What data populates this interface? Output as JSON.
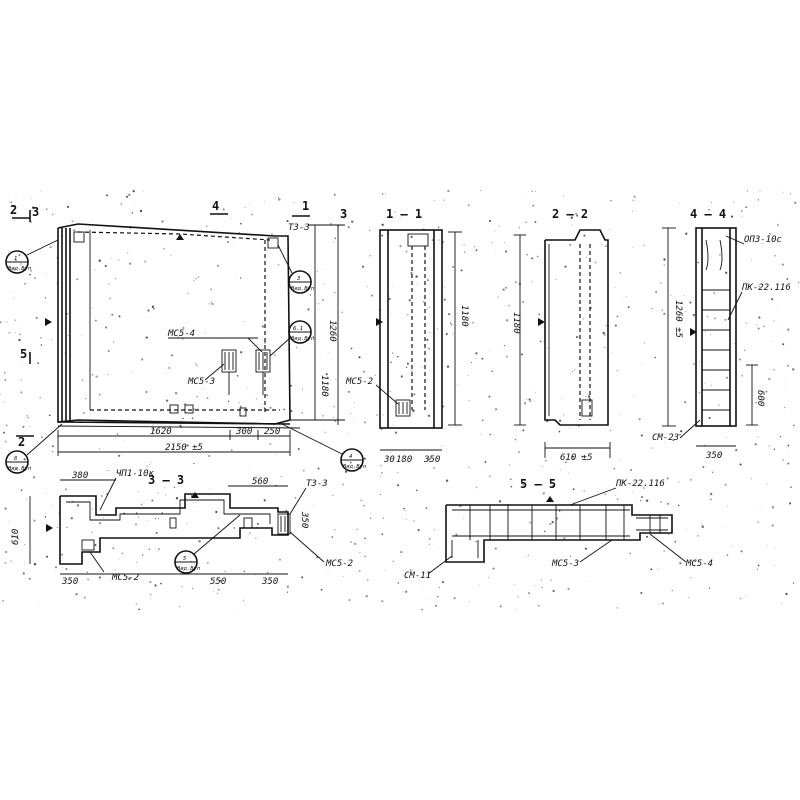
{
  "views": {
    "main": {
      "dims": [
        "1620",
        "2150 ±5",
        "300",
        "250",
        "1180",
        "1260"
      ],
      "labels": [
        "МС5-4",
        "МС5-3",
        "Т3-3"
      ],
      "sections": [
        "2",
        "3",
        "4",
        "1",
        "5",
        "2",
        "3"
      ],
      "callouts": [
        {
          "num": "1",
          "sub": "Вид.Вуп"
        },
        {
          "num": "3",
          "sub": "Вид.Вуп"
        },
        {
          "num": "6.1",
          "sub": "Вид.Вуп"
        },
        {
          "num": "8",
          "sub": "Вид.Вуп"
        },
        {
          "num": "4",
          "sub": "Вид.Вуп"
        }
      ]
    },
    "section_1_1": {
      "title": "1 — 1",
      "dims": [
        "1180",
        "180",
        "350",
        "30"
      ],
      "labels": [
        "МС5-2"
      ]
    },
    "section_2_2": {
      "title": "2 — 2",
      "dims": [
        "1180",
        "610 ±5"
      ]
    },
    "section_4_4": {
      "title": "4 — 4",
      "dims": [
        "1260 ±5",
        "600",
        "350"
      ],
      "labels": [
        "ОП3-10с",
        "ПК-22.116",
        "СМ-23"
      ]
    },
    "section_3_3": {
      "title": "3 — 3",
      "dims": [
        "610",
        "380",
        "350",
        "550",
        "350",
        "560",
        "350"
      ],
      "labels": [
        "ЧП1-10к",
        "МС5-2",
        "Т3-3",
        "МС5-2"
      ],
      "callout": {
        "num": "5",
        "sub": "Вид.Вуп"
      }
    },
    "section_5_5": {
      "title": "5 — 5",
      "labels": [
        "ПК-22.116",
        "СМ-11",
        "МС5-3",
        "МС5-4"
      ]
    }
  }
}
